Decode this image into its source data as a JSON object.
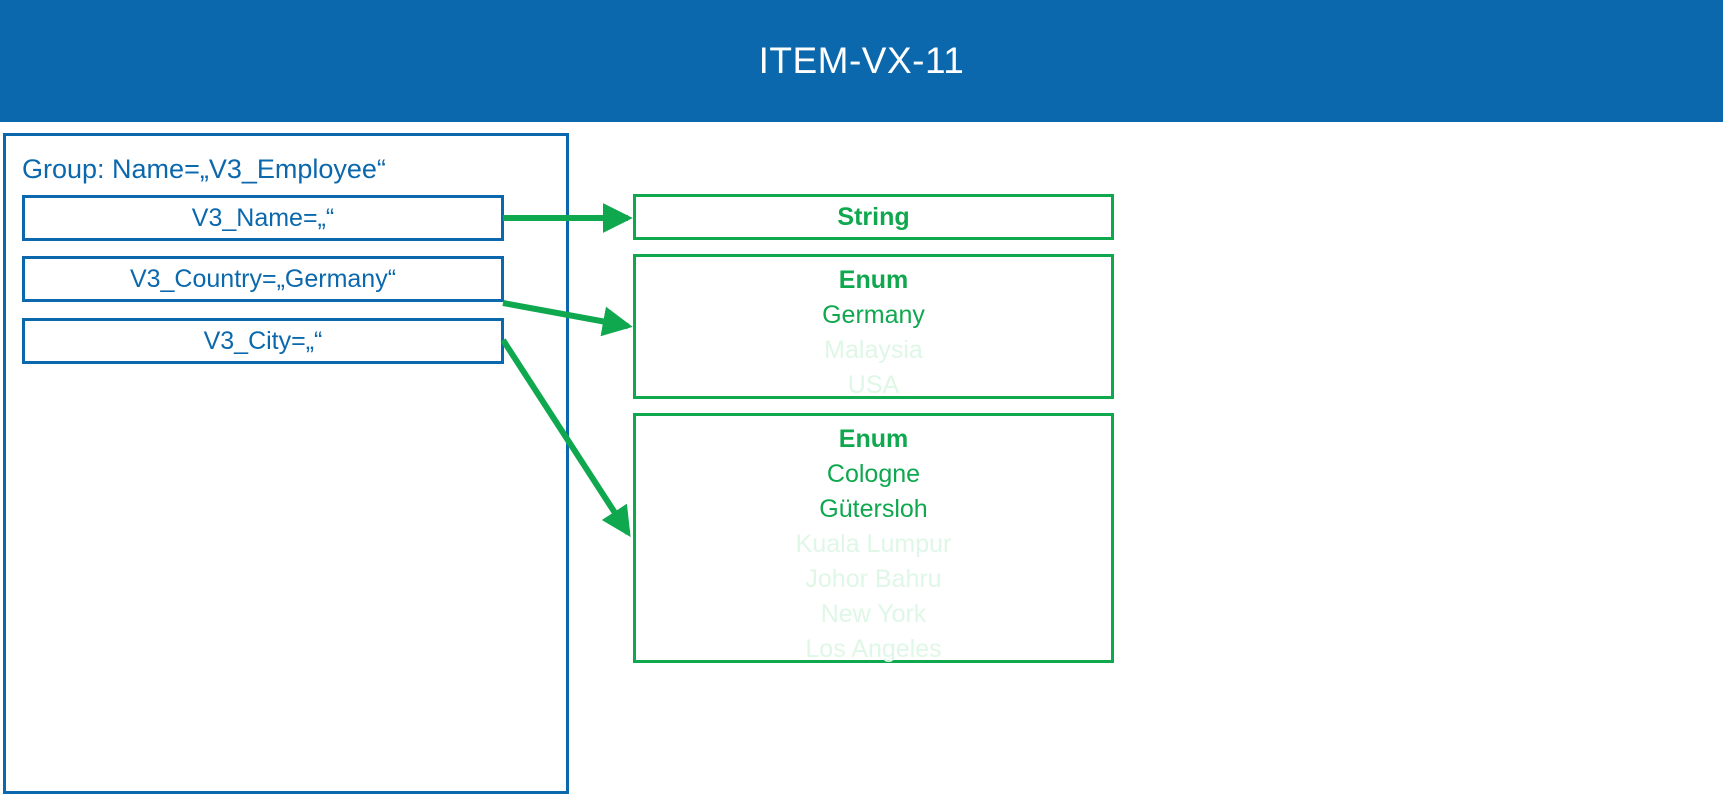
{
  "header": {
    "title": "ITEM-VX-11",
    "background_color": "#0B68AC",
    "text_color": "#FFFFFF"
  },
  "colors": {
    "blue": "#0B68AC",
    "green": "#0FA84F",
    "green_dim": "#DFF7E6",
    "white": "#FFFFFF"
  },
  "group": {
    "label": "Group: Name=„V3_Employee“",
    "fields": [
      {
        "label": "V3_Name=„“"
      },
      {
        "label": "V3_Country=„Germany“"
      },
      {
        "label": "V3_City=„“"
      }
    ]
  },
  "types": [
    {
      "kind": "String",
      "values": []
    },
    {
      "kind": "Enum",
      "values": [
        {
          "label": "Germany",
          "active": true
        },
        {
          "label": "Malaysia",
          "active": false
        },
        {
          "label": "USA",
          "active": false
        }
      ]
    },
    {
      "kind": "Enum",
      "values": [
        {
          "label": "Cologne",
          "active": true
        },
        {
          "label": "Gütersloh",
          "active": true
        },
        {
          "label": "Kuala Lumpur",
          "active": false
        },
        {
          "label": "Johor Bahru",
          "active": false
        },
        {
          "label": "New York",
          "active": false
        },
        {
          "label": "Los Angeles",
          "active": false
        }
      ]
    }
  ],
  "connectors": [
    {
      "name": "name-to-string"
    },
    {
      "name": "country-to-enum"
    },
    {
      "name": "city-to-enum"
    }
  ]
}
